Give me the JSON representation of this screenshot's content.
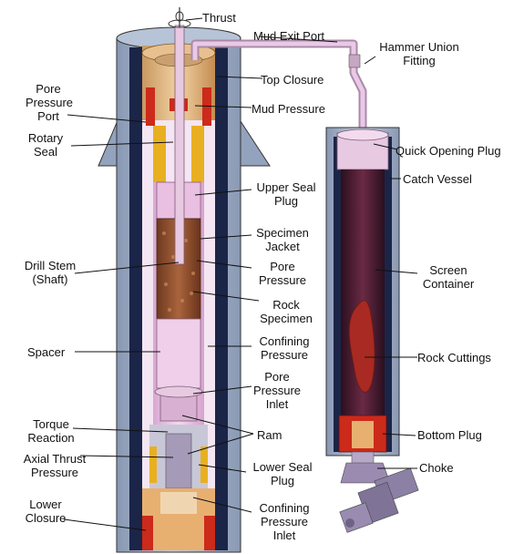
{
  "labels": {
    "thrust": "Thrust",
    "mud_exit_port": "Mud Exit Port",
    "hammer_union_fitting": "Hammer Union\nFitting",
    "top_closure": "Top Closure",
    "pore_pressure_port": "Pore\nPressure\nPort",
    "mud_pressure": "Mud Pressure",
    "rotary_seal": "Rotary\nSeal",
    "quick_opening_plug": "Quick Opening Plug",
    "catch_vessel": "Catch Vessel",
    "upper_seal_plug": "Upper Seal\nPlug",
    "specimen_jacket": "Specimen\nJacket",
    "drill_stem": "Drill Stem\n(Shaft)",
    "pore_pressure": "Pore\nPressure",
    "screen_container": "Screen\nContainer",
    "rock_specimen": "Rock\nSpecimen",
    "spacer": "Spacer",
    "confining_pressure": "Confining\nPressure",
    "rock_cuttings": "Rock Cuttings",
    "pore_pressure_inlet": "Pore\nPressure\nInlet",
    "torque_reaction": "Torque\nReaction",
    "ram": "Ram",
    "bottom_plug": "Bottom Plug",
    "axial_thrust_pressure": "Axial Thrust\nPressure",
    "lower_seal_plug": "Lower Seal\nPlug",
    "choke": "Choke",
    "lower_closure": "Lower\nClosure",
    "confining_pressure_inlet": "Confining\nPressure\nInlet"
  },
  "colors": {
    "vessel_wall": "#a8b6cc",
    "dark_liner": "#1b2548",
    "chamber": "#ecc6e6",
    "rock": "#8a4a2a",
    "seal_red": "#cc2a1a",
    "seal_yellow": "#e8b020",
    "catch_dark": "#4a1a30",
    "cuttings": "#a82a22",
    "leader": "#111111"
  }
}
